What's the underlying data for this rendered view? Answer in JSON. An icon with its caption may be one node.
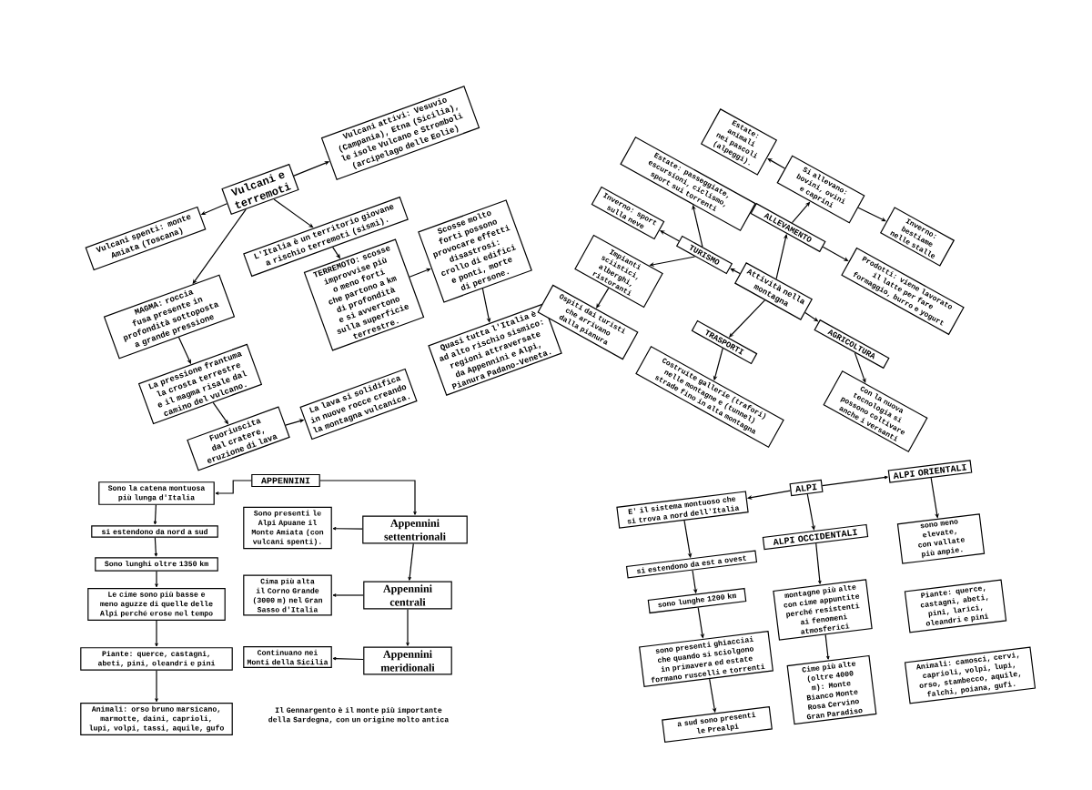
{
  "diagram": {
    "nodes": [
      {
        "text": [
          "Vulcani e terremoti"
        ]
      },
      {
        "text": [
          "Vulcani attivi: Vesuvio (Campania), Etna (Sicilia), le isole Vulcano e Stromboli (arcipelago delle Eolie)"
        ]
      },
      {
        "text": [
          "Vulcani spenti: monte Amiata (Toscana)"
        ]
      },
      {
        "text": [
          "L'Italia è un territorio giovane a rischio terremoti (sismi)."
        ]
      },
      {
        "text": [
          "MAGMA: roccia fusa presente in profondità sottoposta a grande pressione"
        ]
      },
      {
        "text": [
          "TERREMOTO: scosse improvvise più o meno forti che partono a km di profondità e si avvertono sulla superficie terrestre."
        ]
      },
      {
        "text": [
          "Scosse molto forti possono provocare effetti disastrosi: crollo di edifici e ponti, morte di persone."
        ]
      },
      {
        "text": [
          "Quasi tutta l'Italia è ad alto rischio sismico: regioni attraversate da Appennini e Alpi, Pianura Padano-Veneta."
        ]
      },
      {
        "text": [
          "La pressione frantuma la crosta terrestre e il magma risale dal camino del vulcano."
        ]
      },
      {
        "text": [
          "Fuoriuscita dal cratere, eruzione di lava"
        ]
      },
      {
        "text": [
          "La lava si solidifica in nuove rocce creando la montagna vulcanica."
        ]
      },
      {
        "text": [
          "Estate: animali nei pascoli (alpeggi)."
        ]
      },
      {
        "text": [
          "Estate: passeggiate, escursioni, ciclismo, sport sui torrenti"
        ]
      },
      {
        "text": [
          "Si allevano: bovini, ovini e caprini"
        ]
      },
      {
        "text": [
          "Inverno: sport sulla neve"
        ]
      },
      {
        "text": [
          "TURISMO"
        ]
      },
      {
        "text": [
          "ALLEVAMENTO"
        ]
      },
      {
        "text": [
          "Inverno: bestiame nelle stalle"
        ]
      },
      {
        "text": [
          "Impianti sciistici, alberghi, ristoranti"
        ]
      },
      {
        "text": [
          "Ospiti dai turisti che arrivano dalla pianura"
        ]
      },
      {
        "text": [
          "Attività nella montagna"
        ]
      },
      {
        "text": [
          "Prodotti: viene lavorato il latte per fare formaggio, burro e yogurt"
        ]
      },
      {
        "text": [
          "TRASPORTI"
        ]
      },
      {
        "text": [
          "AGRICOLTURA"
        ]
      },
      {
        "text": [
          "Costruite gallerie (trafori) nelle montagne e (tunnel) strade fino in alta montagna"
        ]
      },
      {
        "text": [
          "Con la nuova tecnologia si possono coltivare anche i versanti"
        ]
      },
      {
        "text": [
          "APPENNINI"
        ]
      },
      {
        "text": [
          "Sono la catena montuosa più lunga d'Italia"
        ]
      },
      {
        "text": [
          "si estendono da nord a sud"
        ]
      },
      {
        "text": [
          "Sono lunghi oltre 1350 km"
        ]
      },
      {
        "text": [
          "Le cime sono più basse e meno aguzze di quelle delle Alpi perché erose nel tempo"
        ]
      },
      {
        "text": [
          "Piante: querce, castagni, abeti, pini, oleandri e pini"
        ]
      },
      {
        "text": [
          "Animali: orso bruno marsicano, marmotte, daini, caprioli, lupi, volpi, tassi, aquile, gufo"
        ]
      },
      {
        "text": [
          "Sono presenti le Alpi Apuane il Monte Amiata (con vulcani spenti)."
        ]
      },
      {
        "text": [
          "Appennini settentrionali"
        ]
      },
      {
        "text": [
          "Cima più alta il Corno Grande (3000 m) nel Gran Sasso d'Italia"
        ]
      },
      {
        "text": [
          "Appennini centrali"
        ]
      },
      {
        "text": [
          "Continuano nei Monti della Sicilia"
        ]
      },
      {
        "text": [
          "Appennini meridionali"
        ]
      },
      {
        "text": [
          "ALPI"
        ]
      },
      {
        "text": [
          "ALPI ORIENTALI"
        ]
      },
      {
        "text": [
          "E' il sistema montuoso che si trova a nord dell'Italia"
        ]
      },
      {
        "text": [
          "ALPI OCCIDENTALI"
        ]
      },
      {
        "text": [
          "sono meno elevate, con vallate più ampie."
        ]
      },
      {
        "text": [
          "si estendono da est a ovest"
        ]
      },
      {
        "text": [
          "sono lunghe 1200 km"
        ]
      },
      {
        "text": [
          "montagne più alte con cime appuntite perché resistenti ai fenomeni atmosferici"
        ]
      },
      {
        "text": [
          "Piante: querce, castagni, abeti, pini, larici, oleandri e pini"
        ]
      },
      {
        "text": [
          "sono presenti ghiacciai che quando si sciolgono in primavera ed estate formano ruscelli e torrenti"
        ]
      },
      {
        "text": [
          "Cime più alte (oltre 4000 m): Monte Bianco Monte Rosa Cervino Gran Paradiso"
        ]
      },
      {
        "text": [
          "Animali: camosci, cervi, caprioli, volpi, lupi, orso, stambecco, aquile, falchi, poiana, gufi."
        ]
      },
      {
        "text": [
          "a sud sono presenti le Prealpi"
        ]
      }
    ],
    "edges": [
      {
        "from": 0,
        "to": 1,
        "arrow": "to"
      },
      {
        "from": 0,
        "to": 2,
        "arrow": "to"
      },
      {
        "from": 0,
        "to": 3,
        "arrow": "to"
      },
      {
        "from": 0,
        "to": 4,
        "arrow": "to"
      },
      {
        "from": 3,
        "to": 5,
        "arrow": "to"
      },
      {
        "from": 5,
        "to": 6,
        "arrow": "to"
      },
      {
        "from": 6,
        "to": 7,
        "arrow": "to"
      },
      {
        "from": 4,
        "to": 8,
        "arrow": "to"
      },
      {
        "from": 8,
        "to": 9,
        "arrow": "to"
      },
      {
        "from": 9,
        "to": 10,
        "arrow": "to"
      },
      {
        "from": 20,
        "to": 15,
        "arrow": "to"
      },
      {
        "from": 20,
        "to": 16,
        "arrow": "to"
      },
      {
        "from": 20,
        "to": 22,
        "arrow": "to"
      },
      {
        "from": 20,
        "to": 23,
        "arrow": "to"
      },
      {
        "from": 15,
        "to": 12,
        "arrow": "to"
      },
      {
        "from": 15,
        "to": 14,
        "arrow": "to"
      },
      {
        "from": 15,
        "to": 18,
        "arrow": "to"
      },
      {
        "from": 18,
        "to": 19,
        "arrow": "to"
      },
      {
        "from": 16,
        "to": 13,
        "arrow": "to"
      },
      {
        "from": 13,
        "to": 11,
        "arrow": "to"
      },
      {
        "from": 13,
        "to": 17,
        "arrow": "to"
      },
      {
        "from": 16,
        "to": 21,
        "arrow": "to"
      },
      {
        "from": 22,
        "to": 24,
        "arrow": "to"
      },
      {
        "from": 23,
        "to": 25,
        "arrow": "to"
      },
      {
        "from": 26,
        "to": 27,
        "arrow": "to"
      },
      {
        "from": 26,
        "to": 34,
        "arrow": "to"
      },
      {
        "from": 27,
        "to": 28,
        "arrow": "to"
      },
      {
        "from": 28,
        "to": 29,
        "arrow": "to"
      },
      {
        "from": 29,
        "to": 30,
        "arrow": "to"
      },
      {
        "from": 30,
        "to": 31,
        "arrow": "to"
      },
      {
        "from": 31,
        "to": 32,
        "arrow": "to"
      },
      {
        "from": 34,
        "to": 33,
        "arrow": "to"
      },
      {
        "from": 34,
        "to": 36,
        "arrow": "to"
      },
      {
        "from": 36,
        "to": 35,
        "arrow": "to"
      },
      {
        "from": 36,
        "to": 38,
        "arrow": "to"
      },
      {
        "from": 38,
        "to": 37,
        "arrow": "to"
      },
      {
        "from": 39,
        "to": 41,
        "arrow": "to"
      },
      {
        "from": 39,
        "to": 40,
        "arrow": "to"
      },
      {
        "from": 39,
        "to": 42,
        "arrow": "to"
      },
      {
        "from": 41,
        "to": 44,
        "arrow": "to"
      },
      {
        "from": 44,
        "to": 45,
        "arrow": "to"
      },
      {
        "from": 45,
        "to": 48,
        "arrow": "to"
      },
      {
        "from": 48,
        "to": 51,
        "arrow": "to"
      },
      {
        "from": 42,
        "to": 46,
        "arrow": "to"
      },
      {
        "from": 46,
        "to": 49,
        "arrow": "to"
      },
      {
        "from": 40,
        "to": 43,
        "arrow": "to"
      }
    ],
    "labels": [
      "Il Gennargento è il monte più importante della Sardegna, con un origine molto antica"
    ]
  }
}
